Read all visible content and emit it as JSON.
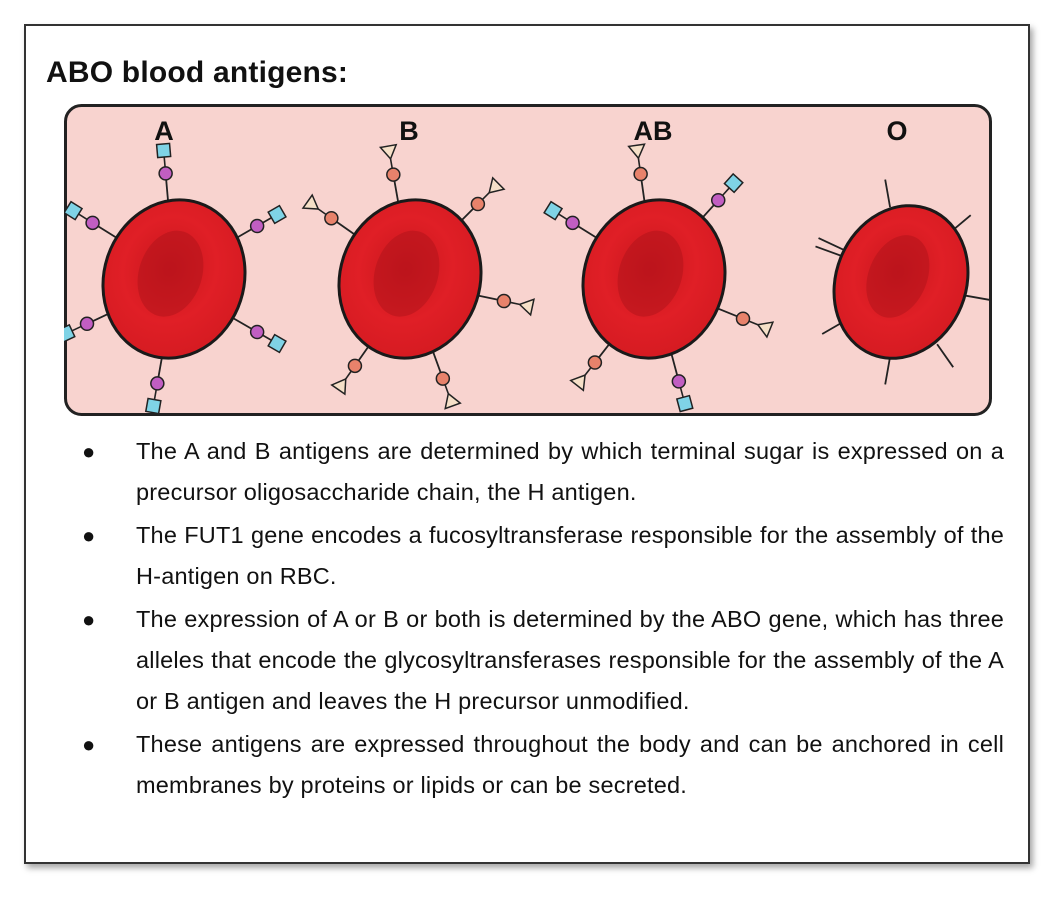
{
  "title": "ABO blood antigens:",
  "colors": {
    "panel_bg": "#f8d3cf",
    "cell_red": "#e01f26",
    "cell_dark": "#b3141b",
    "a_sugar": "#c15ec2",
    "b_sugar": "#e8826b",
    "square": "#7fd3e6"
  },
  "cells": [
    {
      "label": "A",
      "antigen": "square-sugar"
    },
    {
      "label": "B",
      "antigen": "triangle-sugar"
    },
    {
      "label": "AB",
      "antigen": "square-and-triangle-sugar"
    },
    {
      "label": "O",
      "antigen": "none"
    }
  ],
  "bullets": [
    "The A and B antigens are determined by which terminal sugar is expressed on a precursor oligosaccharide chain, the H antigen.",
    "The FUT1 gene encodes a fucosyltransferase responsible for the assembly of the H-antigen on RBC.",
    "The expression of A or B or both is determined by the ABO gene, which has three alleles that encode the glycosyltransferases responsible for the assembly of the A or B antigen and leaves the H precursor unmodified.",
    "These antigens are expressed throughout the body and can be anchored in cell membranes by proteins or lipids or can be secreted."
  ]
}
